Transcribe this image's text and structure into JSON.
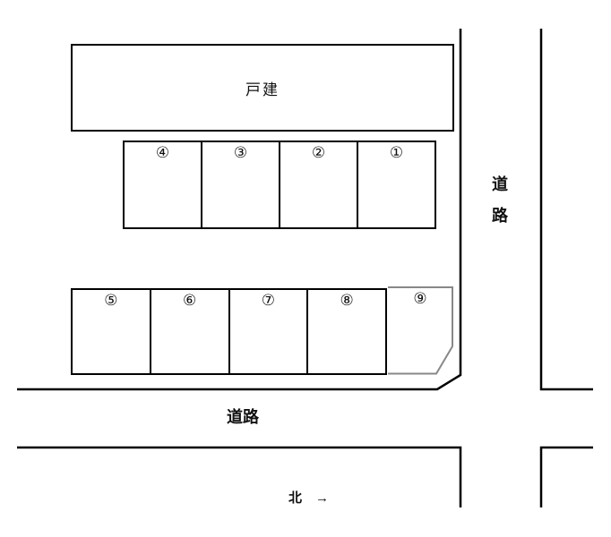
{
  "diagram": {
    "building": {
      "label": "戸建"
    },
    "row1_spaces": [
      {
        "label": "④"
      },
      {
        "label": "③"
      },
      {
        "label": "②"
      },
      {
        "label": "①"
      }
    ],
    "row2_spaces": [
      {
        "label": "⑤"
      },
      {
        "label": "⑥"
      },
      {
        "label": "⑦"
      },
      {
        "label": "⑧"
      }
    ],
    "space9": {
      "label": "⑨"
    },
    "roads": {
      "right_vertical_label": "道路",
      "bottom_horizontal_label": "道路"
    },
    "compass": {
      "north_label": "北　→"
    },
    "colors": {
      "line": "#000000",
      "space9_outline": "#888888",
      "background": "#ffffff"
    }
  }
}
